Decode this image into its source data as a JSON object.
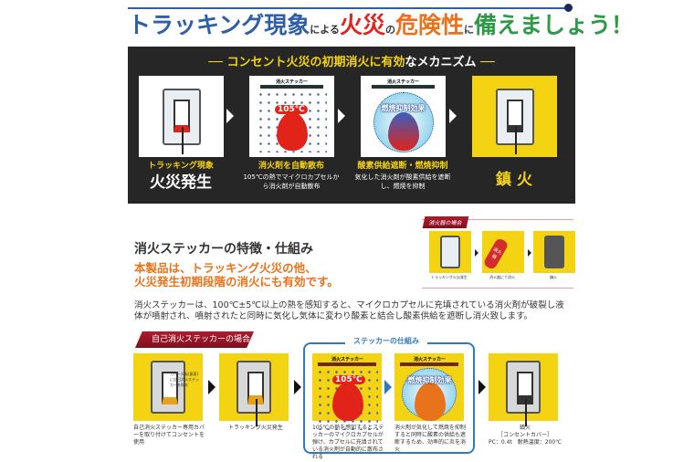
{
  "title": {
    "part1": "トラッキング現象",
    "part2": "による",
    "part3": "火災",
    "part4": "の",
    "part5": "危険性",
    "part6": "に",
    "part7": "備えましょう！"
  },
  "mechanism": {
    "heading_highlight": "コンセント火災の初期消火に有効",
    "heading_rest": "なメカニズム",
    "sticker_label": "消火ステッカー",
    "temp_label": "105℃",
    "suppress_label": "燃焼抑制効果",
    "steps": [
      {
        "title": "トラッキング現象",
        "big": "火災発生"
      },
      {
        "title": "消火剤を自動散布",
        "desc": "105℃の熱でマイクロカプセルから消火剤が自動散布"
      },
      {
        "title": "酸素供給遮断・燃焼抑制",
        "desc": "気化した消火剤が酸素供給を遮断し、燃焼を抑制"
      },
      {
        "big": "鎮 火"
      }
    ]
  },
  "features": {
    "title": "消火ステッカーの特徴・仕組み",
    "highlight_line1": "本製品は、トラッキング火災の他、",
    "highlight_line2": "火災発生初期段階の消火にも有効です。",
    "body": "消火ステッカーは、100℃±5℃以上の熱を感知すると、マイクロカプセルに充填されている消火剤が破裂し液体が噴射され、噴射されたと同時に気化し気体に変わり酸素と結合し酸素供給を遮断し消火致します。"
  },
  "extinguisher_case": {
    "tag": "消火器の場合",
    "extinguisher_label": "消火器",
    "captions": [
      "トラッキング火災発生",
      "消火器にて消火",
      "鎮火"
    ]
  },
  "sticker_case": {
    "tag": "自己消火ステッカーの場合",
    "mechanism_tag": "ステッカーの仕組み",
    "cover_note": "カバー天板(裏面)に自己消火ステッカーを貼る",
    "sticker_label": "消火ステッカー",
    "temp_label": "105℃",
    "suppress_label": "燃焼抑制効果",
    "captions": [
      "自己消火ステッカー専用カバーを取り付けてコンセントを使用",
      "トラッキング火災発生",
      "105℃の熱を感知するとステッカーのマイクロカプセルが弾け、カプセルに充填されている消火剤が自動的に散布される",
      "消火剤が気化して燃焼を抑制すると同時に酸素の供給も遮断するため、効率的に炎を消火",
      "鎮火"
    ],
    "spec_line1": "［コンセントカバー］",
    "spec_line2": "PC：0.4t　耐熱温度：200℃"
  },
  "colors": {
    "yellow": "#f4d313",
    "red": "#e2231a",
    "orange": "#e8731a",
    "blue": "#2f7bbf",
    "dark": "#262626"
  }
}
